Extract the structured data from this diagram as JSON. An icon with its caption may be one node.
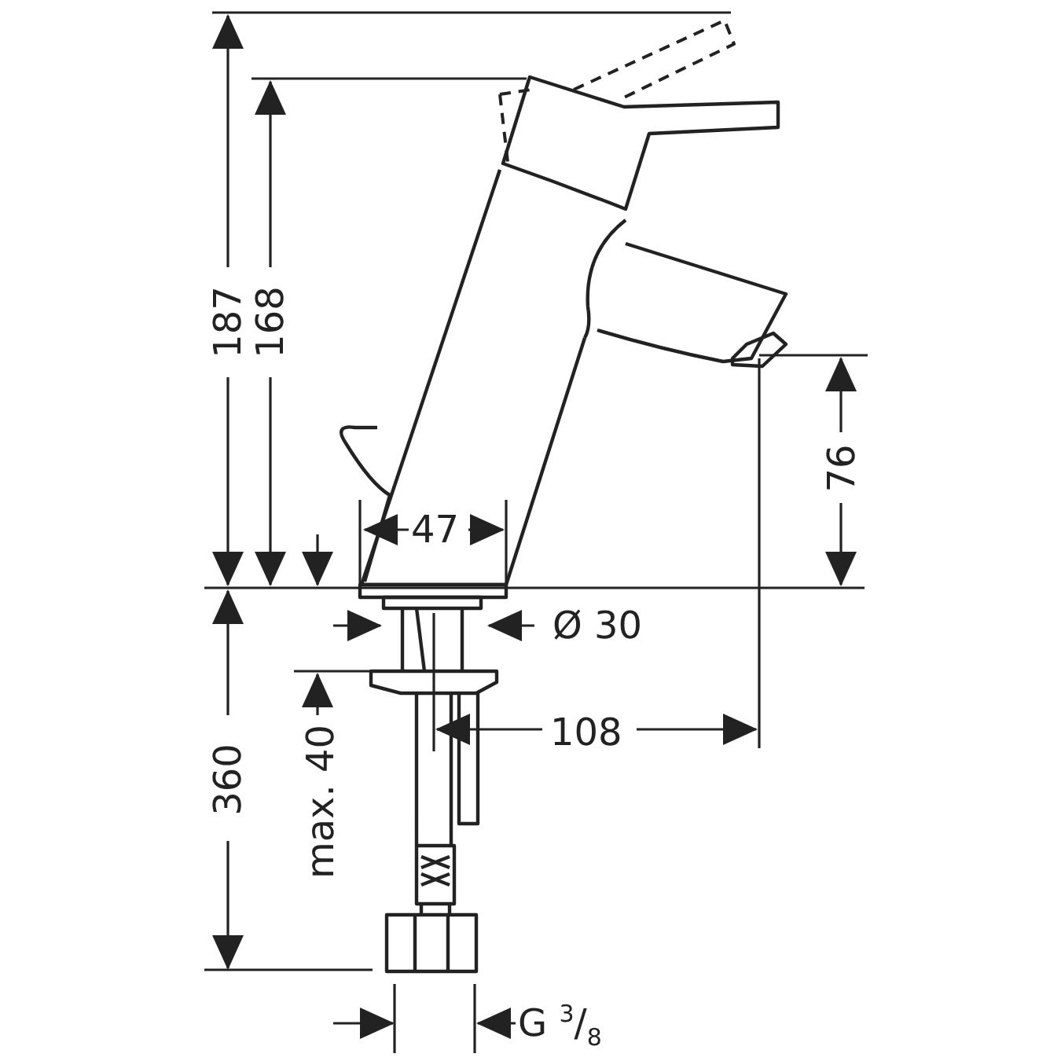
{
  "diagram": {
    "labels": [
      "187",
      "168",
      "76",
      "47",
      "Ø 30",
      "108",
      "360",
      "max. 40",
      "G $^{3}$/$_{8}$"
    ]
  }
}
